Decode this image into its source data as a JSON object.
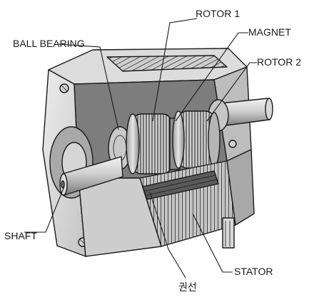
{
  "labels": {
    "rotor1": "ROTOR 1",
    "ball_bearing": "BALL BEARING",
    "magnet": "MAGNET",
    "rotor2": "ROTOR 2",
    "shaft": "SHAFT",
    "stator": "STATOR",
    "winding": "권선"
  },
  "colors": {
    "outline": "#1a1a1a",
    "housing_light": "#e4e4e4",
    "housing_mid": "#bdbdbd",
    "housing_dark": "#8f8f8f",
    "steel_light": "#d9d9d9",
    "steel_dark": "#6e6e6e"
  }
}
